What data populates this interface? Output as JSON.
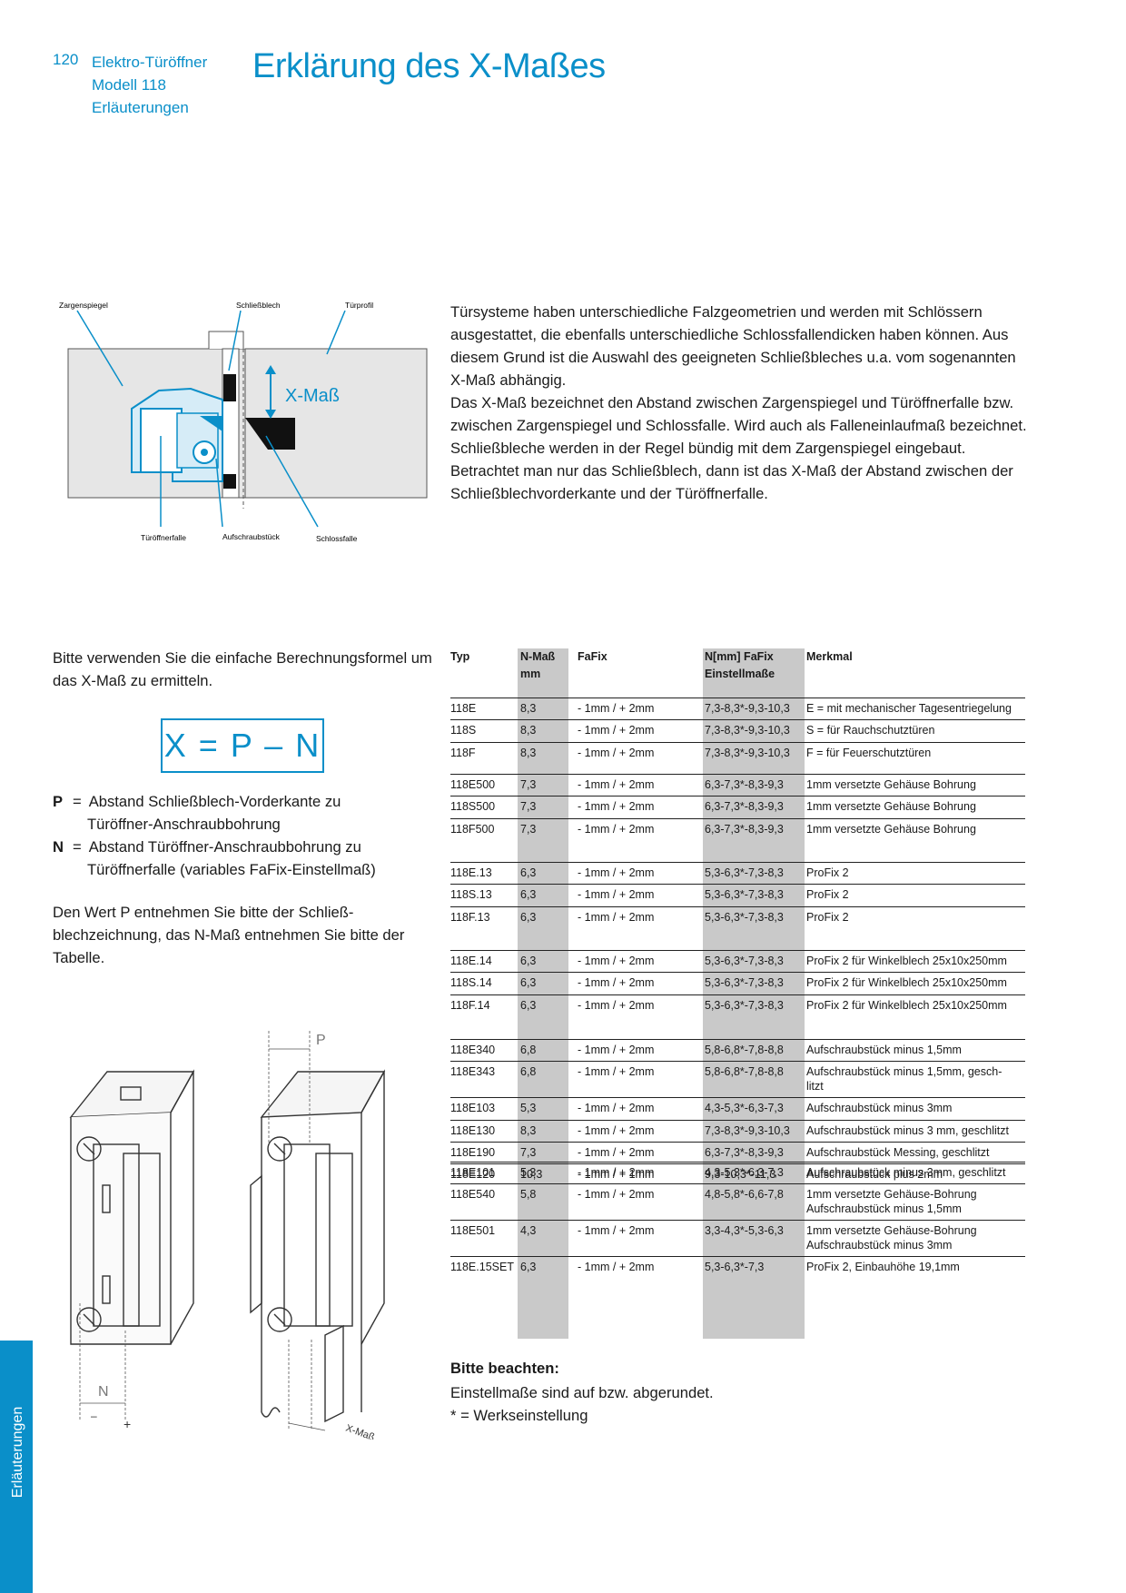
{
  "header": {
    "page_number": "120",
    "section_line1": "Elektro-Türöffner",
    "section_line2": "Modell 118",
    "section_line3": "Erläuterungen",
    "title": "Erklärung des X-Maßes"
  },
  "diagram_labels": {
    "zargenspiegel": "Zargenspiegel",
    "schliessblech": "Schließblech",
    "tuerprofil": "Türprofil",
    "x_mass": "X-Maß",
    "tueroeffnerfalle": "Türöffnerfalle",
    "aufschraubstueck": "Aufschraubstück",
    "schlossfalle": "Schlossfalle"
  },
  "intro": {
    "p1": "Türsysteme haben unterschiedliche Falzgeometrien und werden mit Schlössern ausgestattet, die ebenfalls unterschiedliche Schlossfallendicken haben können. Aus diesem Grund ist die Auswahl des geeigneten Schließbleches u.a. vom sogenannten X-Maß abhängig.",
    "p2": "Das X-Maß bezeichnet den Abstand zwischen Zargenspiegel und Türöffnerfalle bzw. zwischen Zargenspiegel und Schlossfalle. Wird auch als Falleneinlaufmaß bezeichnet.",
    "p3": "Schließbleche werden in der Regel bündig mit dem Zargenspiegel eingebaut. Betrachtet man nur das Schließblech, dann ist das X-Maß der Abstand zwischen der Schließblechvorderkante und der Türöffnerfalle."
  },
  "formula": {
    "intro": "Bitte verwenden Sie die einfache Berechnungsformel um das X-Maß zu ermitteln.",
    "expression": "X = P – N",
    "p_key": "P",
    "p_eq": "=",
    "p_line1": "Abstand Schließblech-Vorderkante zu",
    "p_line2": "Türöffner-Anschraubbohrung",
    "n_key": "N",
    "n_eq": "=",
    "n_line1": "Abstand Türöffner-Anschraubbohrung zu",
    "n_line2": "Türöffnerfalle (variables FaFix-Einstellmaß)",
    "p_info": "Den Wert P entnehmen Sie bitte der Schließ-blechzeichnung, das N-Maß entnehmen Sie bitte der Tabelle."
  },
  "drawing_labels": {
    "p": "P",
    "n": "N",
    "minus": "–",
    "plus": "+",
    "x_mass": "X-Maß"
  },
  "table": {
    "headers": {
      "typ": "Typ",
      "nmass_1": "N-Maß",
      "nmass_2": "mm",
      "fafix": "FaFix",
      "nmm_1": "N[mm] FaFix",
      "nmm_2": "Einstellmaße",
      "merkmal": "Merkmal"
    },
    "groups": [
      [
        {
          "typ": "118E",
          "n": "8,3",
          "fafix": "- 1mm / + 2mm",
          "einst": "7,3-8,3*-9,3-10,3",
          "merkmal": "E = mit mechanischer Tagesentriegelung"
        },
        {
          "typ": "118S",
          "n": "8,3",
          "fafix": "- 1mm / + 2mm",
          "einst": "7,3-8,3*-9,3-10,3",
          "merkmal": "S = für Rauchschutztüren"
        },
        {
          "typ": "118F",
          "n": "8,3",
          "fafix": "- 1mm / + 2mm",
          "einst": "7,3-8,3*-9,3-10,3",
          "merkmal": "F = für Feuerschutztüren"
        }
      ],
      [
        {
          "typ": "118E500",
          "n": "7,3",
          "fafix": "- 1mm / + 2mm",
          "einst": "6,3-7,3*-8,3-9,3",
          "merkmal": "1mm versetzte Gehäuse Bohrung"
        },
        {
          "typ": "118S500",
          "n": "7,3",
          "fafix": "- 1mm / + 2mm",
          "einst": "6,3-7,3*-8,3-9,3",
          "merkmal": "1mm versetzte Gehäuse Bohrung"
        },
        {
          "typ": "118F500",
          "n": "7,3",
          "fafix": "- 1mm / + 2mm",
          "einst": "6,3-7,3*-8,3-9,3",
          "merkmal": "1mm versetzte Gehäuse Bohrung"
        }
      ],
      [
        {
          "typ": "118E.13",
          "n": "6,3",
          "fafix": "- 1mm / + 2mm",
          "einst": "5,3-6,3*-7,3-8,3",
          "merkmal": "ProFix 2"
        },
        {
          "typ": "118S.13",
          "n": "6,3",
          "fafix": "- 1mm / + 2mm",
          "einst": "5,3-6,3*-7,3-8,3",
          "merkmal": "ProFix 2"
        },
        {
          "typ": "118F.13",
          "n": "6,3",
          "fafix": "- 1mm /  + 2mm",
          "einst": "5,3-6,3*-7,3-8,3",
          "merkmal": "ProFix 2"
        }
      ],
      [
        {
          "typ": "118E.14",
          "n": "6,3",
          "fafix": "- 1mm / + 2mm",
          "einst": "5,3-6,3*-7,3-8,3",
          "merkmal": "ProFix 2 für Winkelblech 25x10x250mm"
        },
        {
          "typ": "118S.14",
          "n": "6,3",
          "fafix": "- 1mm / + 2mm",
          "einst": "5,3-6,3*-7,3-8,3",
          "merkmal": "ProFix 2 für Winkelblech 25x10x250mm"
        },
        {
          "typ": "118F.14",
          "n": "6,3",
          "fafix": "- 1mm / + 2mm",
          "einst": "5,3-6,3*-7,3-8,3",
          "merkmal": "ProFix 2 für Winkelblech 25x10x250mm"
        }
      ],
      [
        {
          "typ": "118E340",
          "n": "6,8",
          "fafix": "- 1mm / + 2mm",
          "einst": "5,8-6,8*-7,8-8,8",
          "merkmal": "Aufschraubstück minus 1,5mm"
        },
        {
          "typ": "118E343",
          "n": "6,8",
          "fafix": "- 1mm / + 2mm",
          "einst": "5,8-6,8*-7,8-8,8",
          "merkmal": "Aufschraubstück minus 1,5mm, gesch-",
          "merkmal2": "litzt"
        },
        {
          "typ": "118E103",
          "n": "5,3",
          "fafix": "- 1mm / + 2mm",
          "einst": "4,3-5,3*-6,3-7,3",
          "merkmal": "Aufschraubstück minus 3mm"
        },
        {
          "typ": "118E130",
          "n": "8,3",
          "fafix": "- 1mm / + 2mm",
          "einst": "7,3-8,3*-9,3-10,3",
          "merkmal": "Aufschraubstück minus 3 mm, geschlitzt"
        },
        {
          "typ": "118E190",
          "n": "7,3",
          "fafix": "- 1mm / + 2mm",
          "einst": "6,3-7,3*-8,3-9,3",
          "merkmal": "Aufschraubstück Messing, geschlitzt"
        },
        {
          "typ": "118E120",
          "n": "10,3",
          "fafix": "- 1mm / + 1mm",
          "einst": "9,3-10,3*-11,3",
          "merkmal": "Aufschraubstück plus 2mm"
        }
      ],
      [
        {
          "typ": "118E101",
          "n": "5,3",
          "fafix": "- 1mm / + 2mm",
          "einst": "4,3-5,3*-6,3-7,3",
          "merkmal": "Aufschraubstück minus 3mm, geschlitzt"
        },
        {
          "typ": "118E540",
          "n": "5,8",
          "fafix": "- 1mm / + 2mm",
          "einst": "4,8-5,8*-6,6-7,8",
          "merkmal": "1mm versetzte Gehäuse-Bohrung",
          "merkmal2": "Aufschraubstück minus 1,5mm"
        },
        {
          "typ": "118E501",
          "n": "4,3",
          "fafix": "- 1mm / + 2mm",
          "einst": "3,3-4,3*-5,3-6,3",
          "merkmal": "1mm versetzte Gehäuse-Bohrung",
          "merkmal2": "Aufschraubstück minus 3mm"
        },
        {
          "typ": "118E.15SET",
          "n": "6,3",
          "fafix": "- 1mm / + 2mm",
          "einst": "5,3-6,3*-7,3",
          "merkmal": "ProFix 2, Einbauhöhe 19,1mm"
        }
      ]
    ]
  },
  "note": {
    "title": "Bitte beachten:",
    "line1": "Einstellmaße sind auf bzw. abgerundet.",
    "line2": "* = Werkseinstellung"
  },
  "side_tab": {
    "label": "Erläuterungen"
  },
  "colors": {
    "accent": "#0a8fc9",
    "light_blue": "#d6ecf7",
    "grey": "#c9c9c9",
    "frame_grey": "#e6e6e6"
  }
}
